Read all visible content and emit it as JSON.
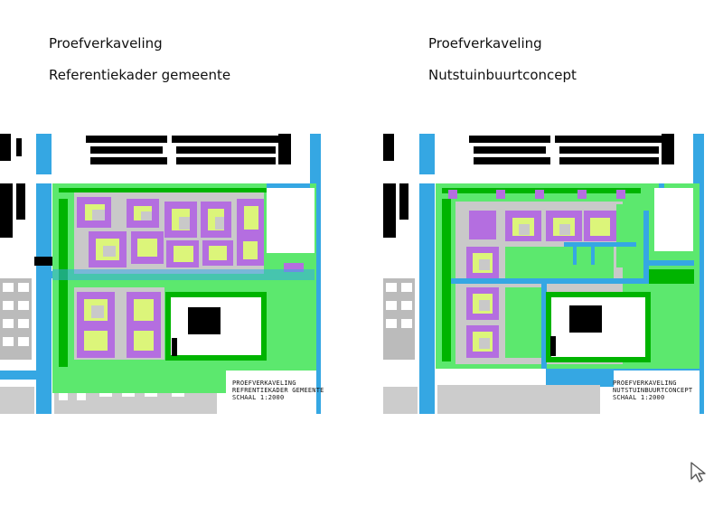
{
  "left": {
    "heading_line1": "Proefverkaveling",
    "heading_line2": "Referentiekader gemeente",
    "plan_label": [
      "PROEFVERKAVELING",
      "REFRENTIEKADER GEMEENTE",
      "SCHAAL 1:2000"
    ]
  },
  "right": {
    "heading_line1": "Proefverkaveling",
    "heading_line2": "Nutstuinbuurtconcept",
    "plan_label": [
      "PROEFVERKAVELING",
      "NUTSTUINBUURTCONCEPT",
      "SCHAAL 1:2000"
    ]
  },
  "colors": {
    "water": "#35a7e3",
    "green_light": "#5ce86e",
    "green_dark": "#00b400",
    "paving": "#c9c9c9",
    "housing": "#b46ee0",
    "garden": "#dcf57a",
    "building": "#000000"
  },
  "icons": {
    "cursor": "cursor-arrow-icon"
  }
}
